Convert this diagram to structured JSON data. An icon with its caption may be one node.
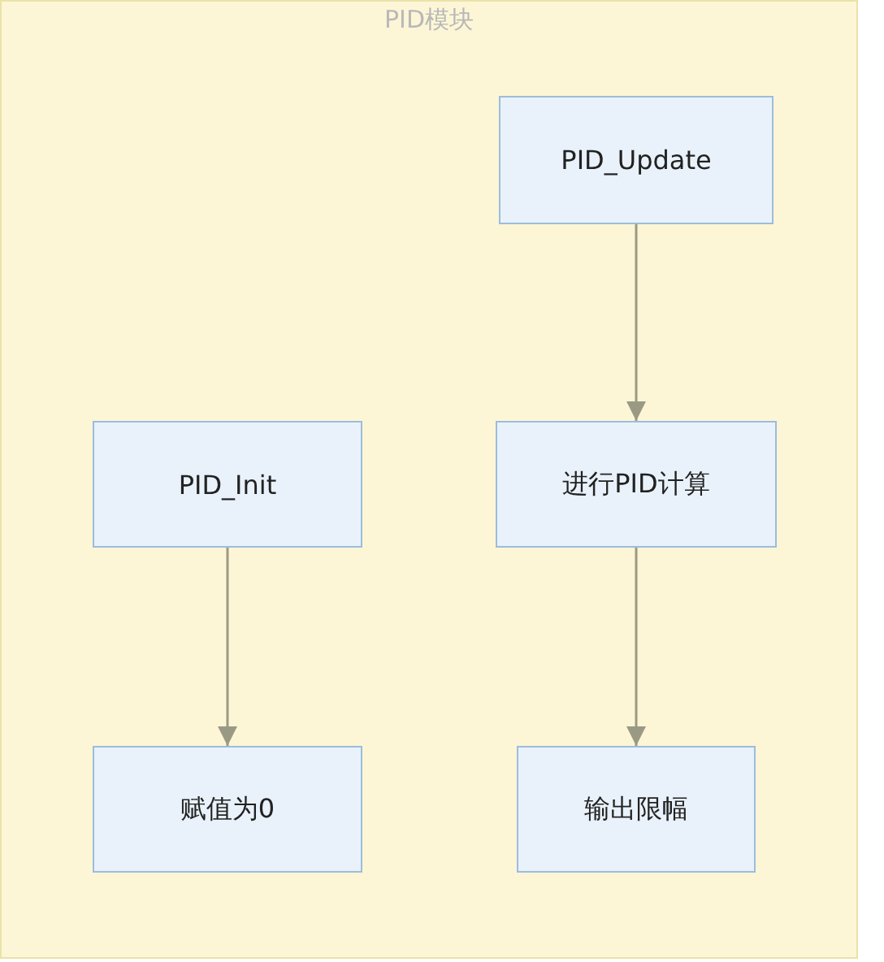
{
  "diagram": {
    "nodes": [
      {
        "text": [
          "PID模块"
        ]
      },
      {
        "text": [
          "PID_Update"
        ],
        "in": 0
      },
      {
        "text": [
          "PID_Init"
        ],
        "in": 0
      },
      {
        "text": [
          "进行PID计算"
        ],
        "in": 0
      },
      {
        "text": [
          "赋值为0"
        ],
        "in": 0
      },
      {
        "text": [
          "输出限幅"
        ],
        "in": 0
      }
    ],
    "edges": [
      {
        "from": 1,
        "to": 3,
        "arrow": "to"
      },
      {
        "from": 3,
        "to": 5,
        "arrow": "to"
      },
      {
        "from": 2,
        "to": 4,
        "arrow": "to"
      }
    ]
  }
}
